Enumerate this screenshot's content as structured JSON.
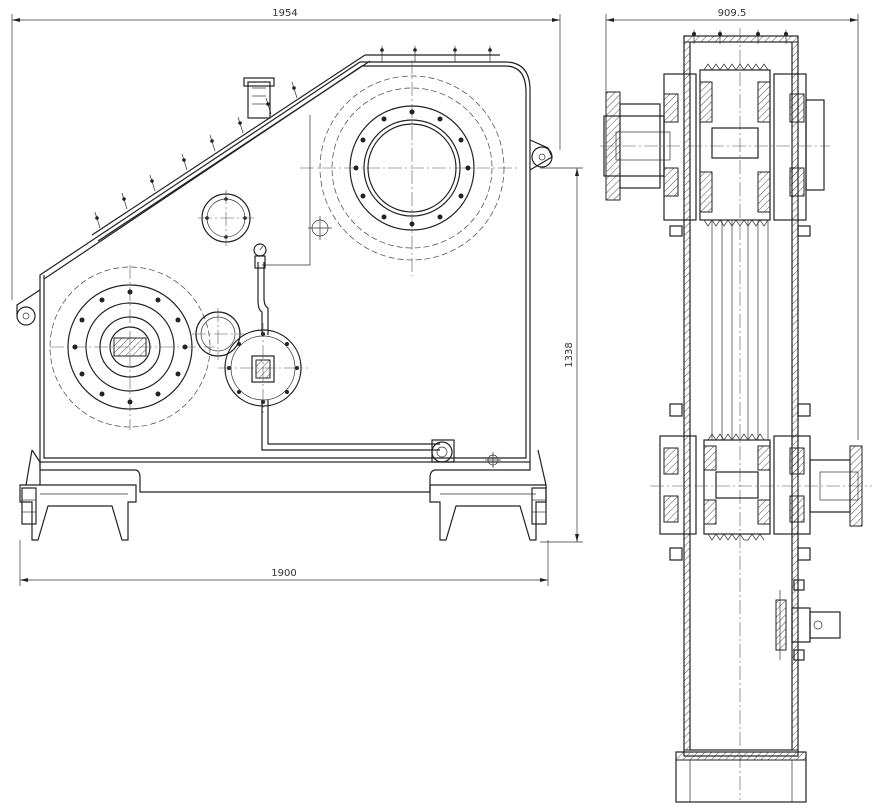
{
  "dimensions": {
    "overall_width_top": "1954",
    "overall_width_bottom": "1900",
    "height": "1338",
    "side_width": "909.5"
  },
  "colors": {
    "line": "#222222",
    "background": "#ffffff"
  }
}
